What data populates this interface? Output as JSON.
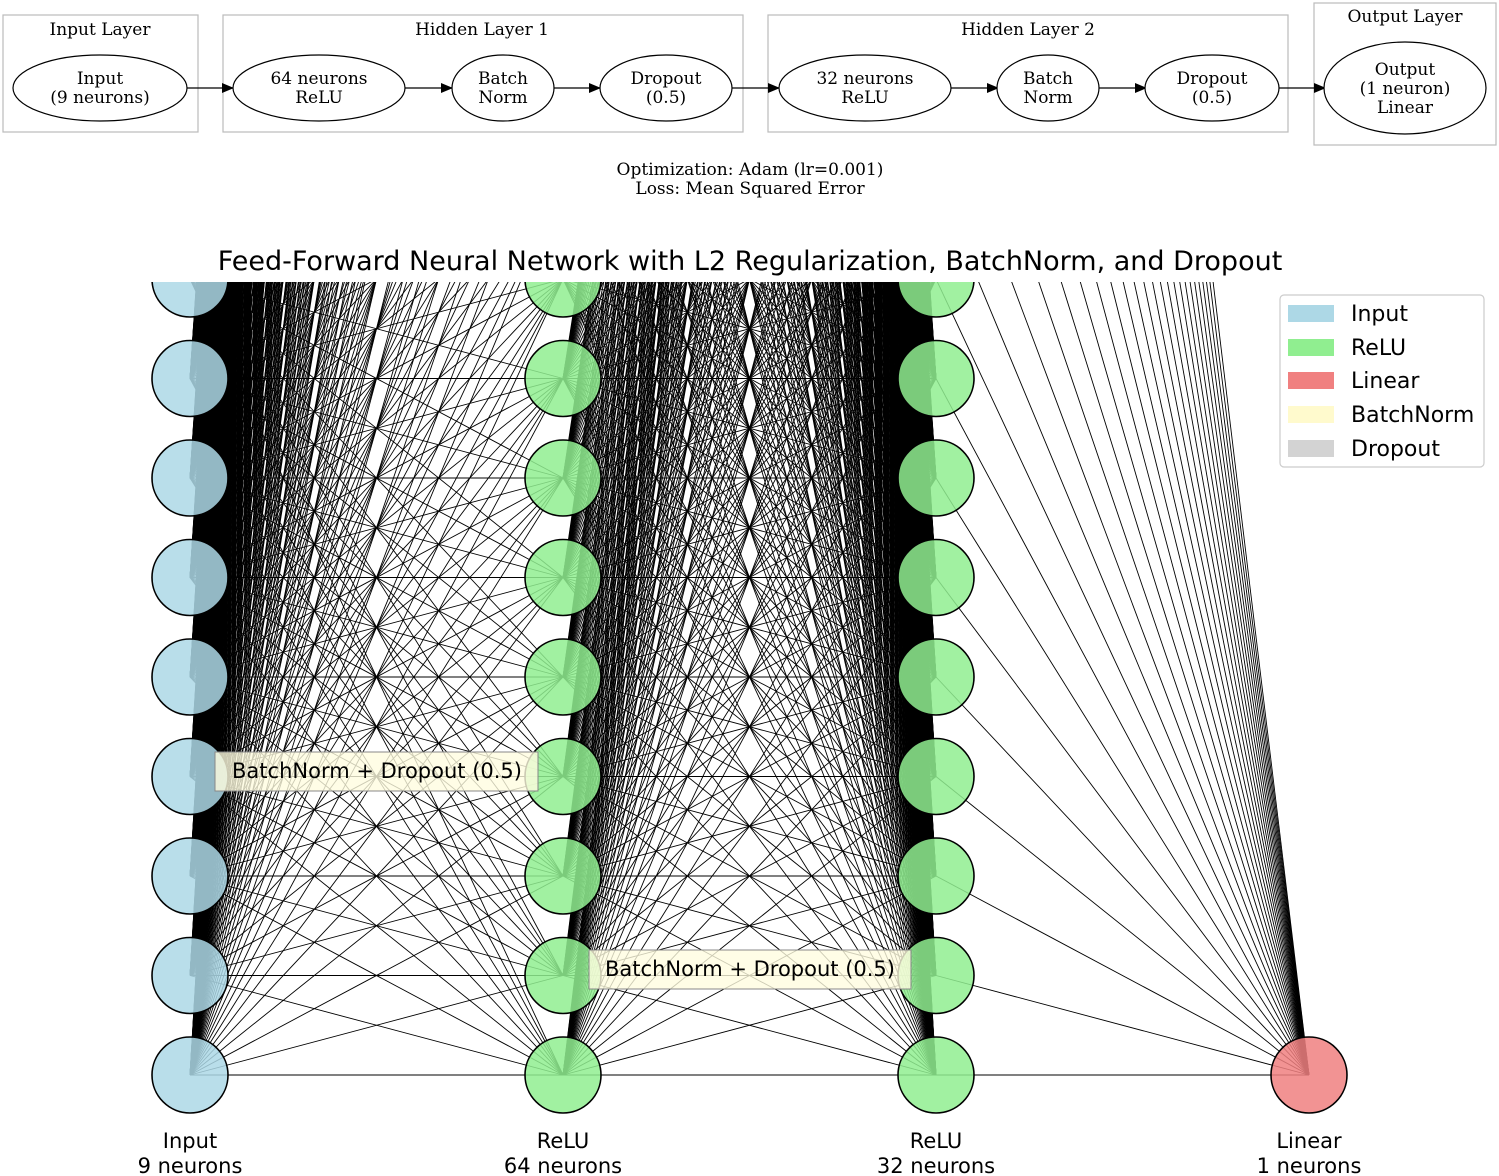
{
  "flow_diagram": {
    "clusters": [
      {
        "label": "Input Layer",
        "nodes": [
          {
            "lines": [
              "Input",
              "(9 neurons)"
            ]
          }
        ]
      },
      {
        "label": "Hidden Layer 1",
        "nodes": [
          {
            "lines": [
              "64 neurons",
              "ReLU"
            ]
          },
          {
            "lines": [
              "Batch",
              "Norm"
            ]
          },
          {
            "lines": [
              "Dropout",
              "(0.5)"
            ]
          }
        ]
      },
      {
        "label": "Hidden Layer 2",
        "nodes": [
          {
            "lines": [
              "32 neurons",
              "ReLU"
            ]
          },
          {
            "lines": [
              "Batch",
              "Norm"
            ]
          },
          {
            "lines": [
              "Dropout",
              "(0.5)"
            ]
          }
        ]
      },
      {
        "label": "Output Layer",
        "nodes": [
          {
            "lines": [
              "Output",
              "(1 neuron)",
              "Linear"
            ]
          }
        ]
      }
    ],
    "notes": [
      "Optimization: Adam (lr=0.001)",
      "Loss: Mean Squared Error"
    ]
  },
  "network_plot": {
    "title": "Feed-Forward Neural Network with L2 Regularization, BatchNorm, and Dropout",
    "layers": [
      {
        "name": "Input",
        "caption_top": "Input",
        "caption_bottom": "9 neurons",
        "size": 9,
        "color": "#add8e6"
      },
      {
        "name": "Hidden 1",
        "caption_top": "ReLU",
        "caption_bottom": "64 neurons",
        "size": 64,
        "color": "#90ee90"
      },
      {
        "name": "Hidden 2",
        "caption_top": "ReLU",
        "caption_bottom": "32 neurons",
        "size": 32,
        "color": "#90ee90"
      },
      {
        "name": "Output",
        "caption_top": "Linear",
        "caption_bottom": "1 neurons",
        "size": 1,
        "color": "#f08080"
      }
    ],
    "annotations": [
      "BatchNorm + Dropout (0.5)",
      "BatchNorm + Dropout (0.5)"
    ],
    "legend": [
      {
        "label": "Input",
        "color": "#add8e6"
      },
      {
        "label": "ReLU",
        "color": "#90ee90"
      },
      {
        "label": "Linear",
        "color": "#f08080"
      },
      {
        "label": "BatchNorm",
        "color": "#fffacd"
      },
      {
        "label": "Dropout",
        "color": "#d3d3d3"
      }
    ]
  }
}
